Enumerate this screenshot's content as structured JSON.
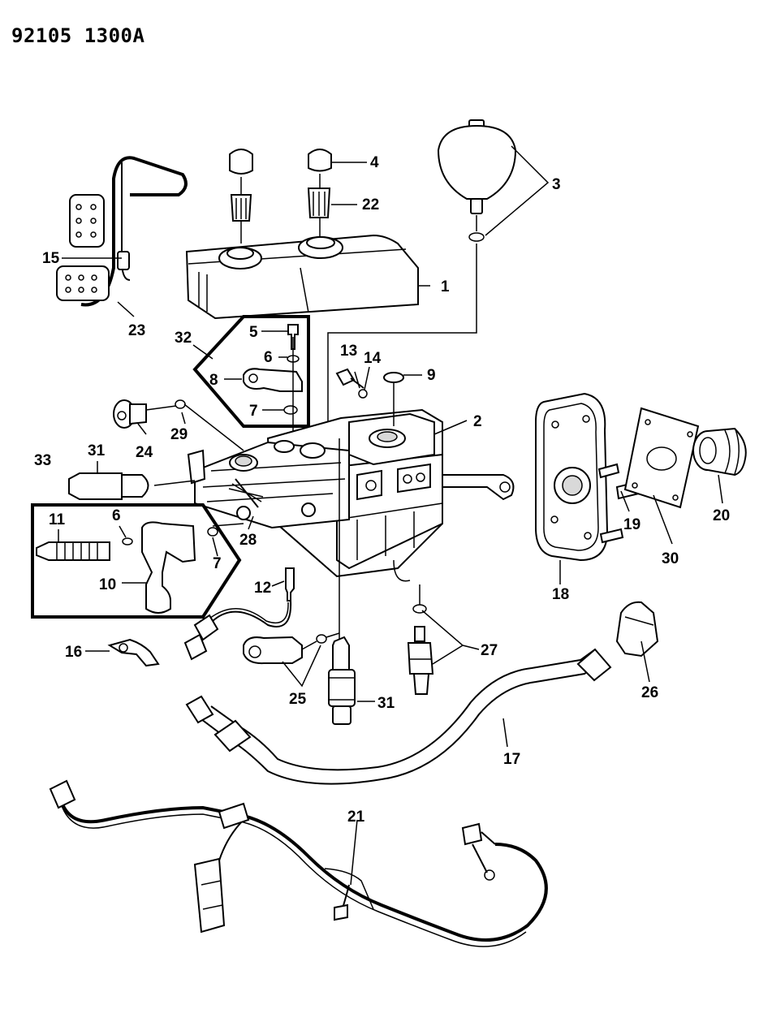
{
  "document": {
    "code": "92105 1300A"
  },
  "callouts": [
    "1",
    "2",
    "3",
    "4",
    "5",
    "6",
    "7",
    "8",
    "9",
    "10",
    "11",
    "12",
    "13",
    "14",
    "15",
    "16",
    "17",
    "18",
    "19",
    "20",
    "21",
    "22",
    "23",
    "24",
    "25",
    "26",
    "27",
    "28",
    "29",
    "30",
    "31",
    "32",
    "33"
  ]
}
